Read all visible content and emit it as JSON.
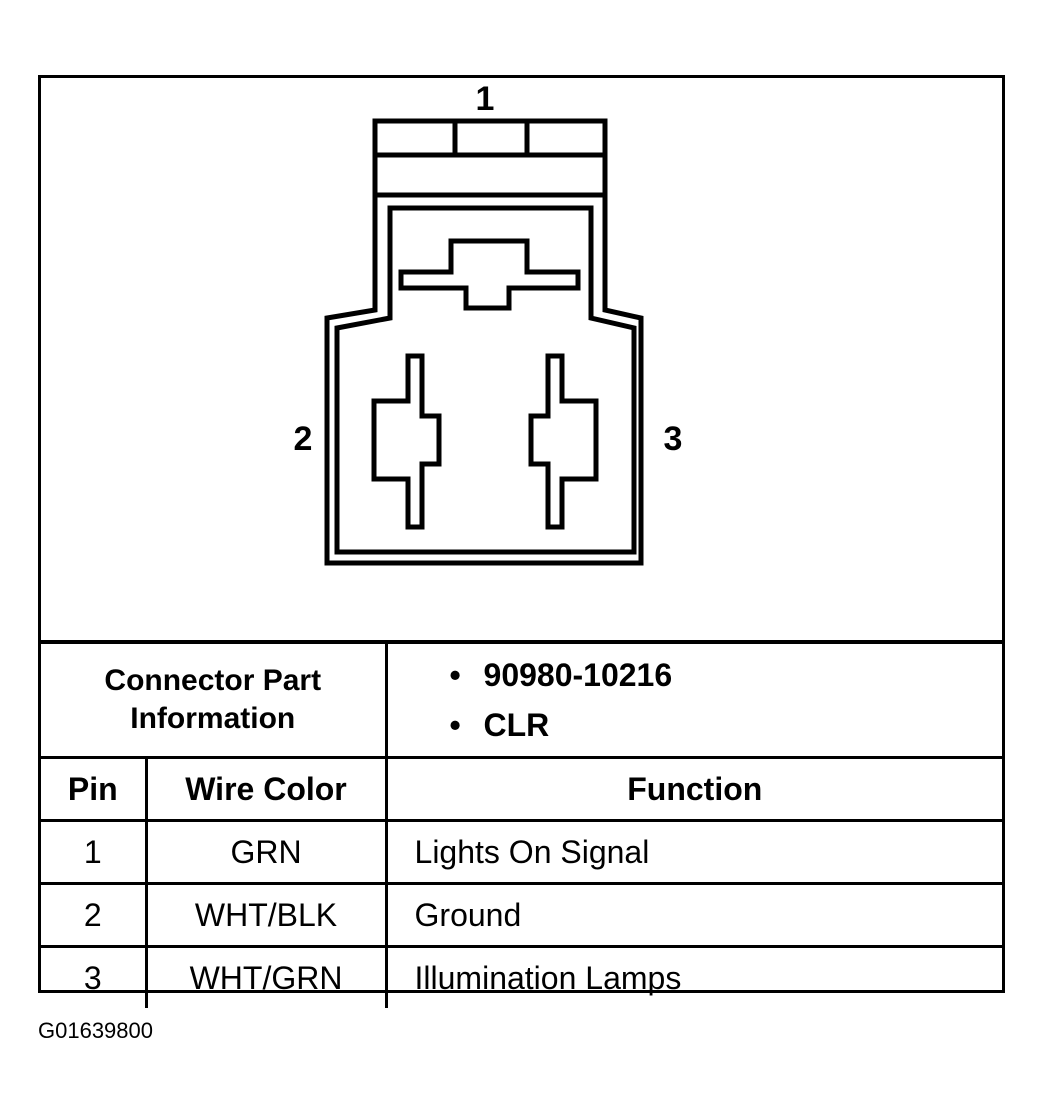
{
  "diagram": {
    "pin_labels": [
      "1",
      "2",
      "3"
    ]
  },
  "connector_info": {
    "label_line1": "Connector Part",
    "label_line2": "Information",
    "items": [
      "90980-10216",
      "CLR"
    ],
    "bullet": "•"
  },
  "table": {
    "headers": [
      "Pin",
      "Wire Color",
      "Function"
    ],
    "rows": [
      {
        "pin": "1",
        "wire_color": "GRN",
        "function": "Lights On Signal"
      },
      {
        "pin": "2",
        "wire_color": "WHT/BLK",
        "function": "Ground"
      },
      {
        "pin": "3",
        "wire_color": "WHT/GRN",
        "function": "Illumination Lamps"
      }
    ]
  },
  "figure_id": "G01639800"
}
